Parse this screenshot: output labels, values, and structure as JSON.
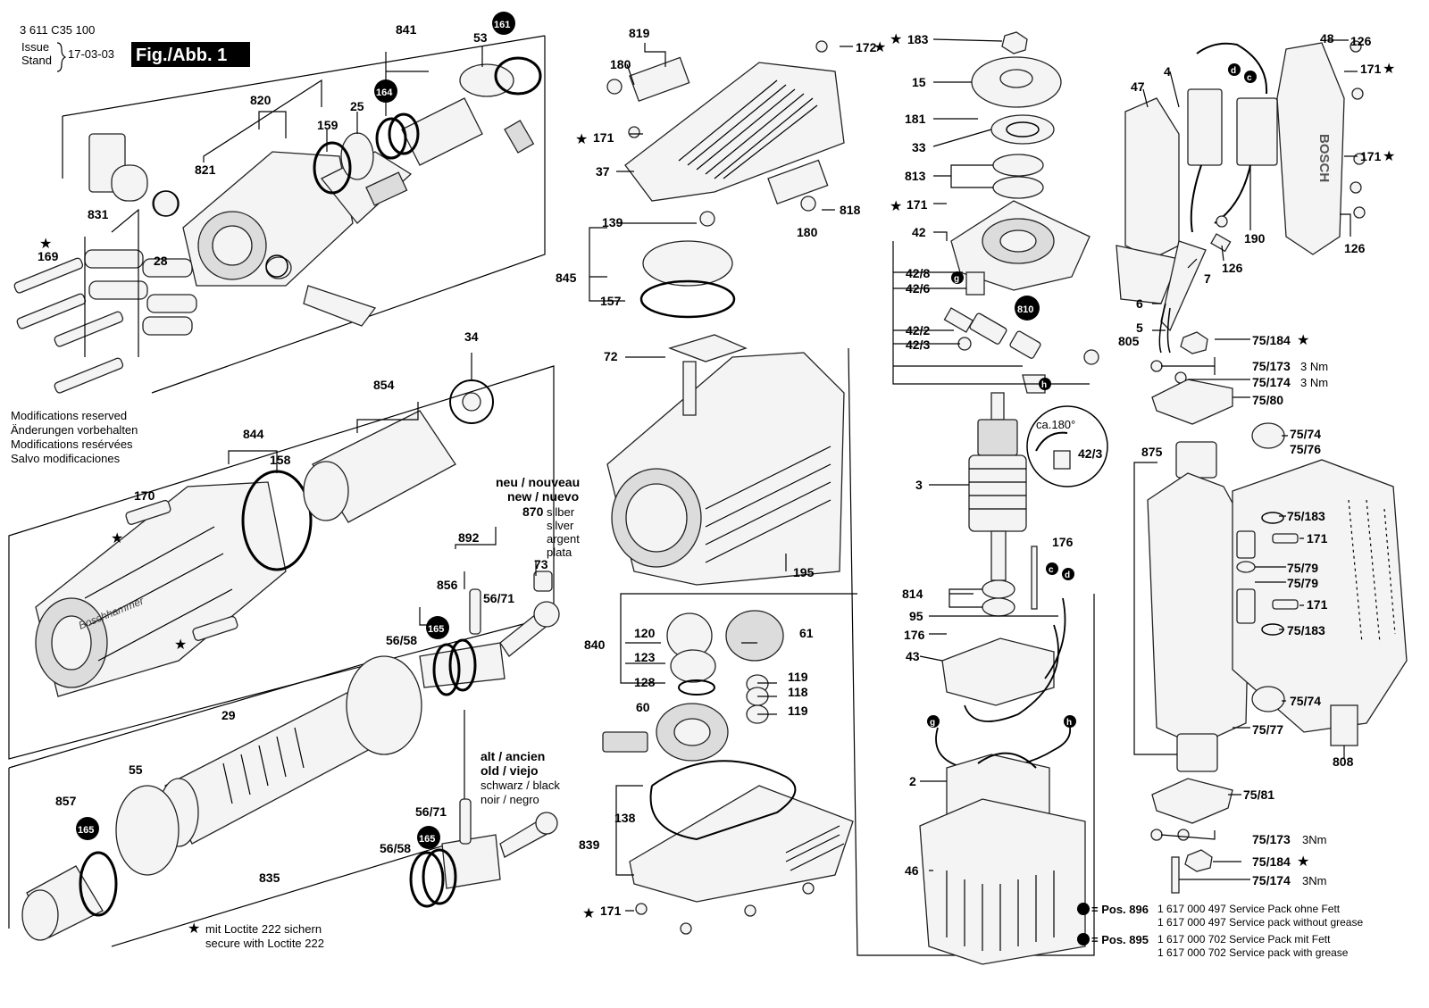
{
  "header": {
    "doc_number": "3 611 C35 100",
    "issue_label": "Issue",
    "stand_label": "Stand",
    "issue_date": "17-03-03",
    "fig_label": "Fig./Abb. 1"
  },
  "notes": {
    "modifications": [
      "Modifications reserved",
      "Änderungen vorbehalten",
      "Modifications resérvées",
      "Salvo modificaciones"
    ],
    "new_version": [
      "neu / nouveau",
      "new / nuevo"
    ],
    "new_color": [
      "silber",
      "silver",
      "argent",
      "plata"
    ],
    "old_version": [
      "alt / ancien",
      "old / viejo"
    ],
    "old_color": [
      "schwarz / black",
      "noir / negro"
    ],
    "loctite": [
      "mit Loctite 222 sichern",
      "secure with Loctite 222"
    ],
    "rotation": "ca.180°"
  },
  "service_packs": [
    {
      "pos": "= Pos. 896",
      "lines": [
        "1 617 000 497 Service Pack ohne Fett",
        "1 617 000 497 Service pack without grease"
      ]
    },
    {
      "pos": "= Pos. 895",
      "lines": [
        "1 617 000 702 Service Pack mit Fett",
        "1 617 000 702 Service pack with grease"
      ]
    }
  ],
  "labels": [
    {
      "id": "p841",
      "text": "841"
    },
    {
      "id": "p53",
      "text": "53"
    },
    {
      "id": "p820",
      "text": "820"
    },
    {
      "id": "p159",
      "text": "159"
    },
    {
      "id": "p25",
      "text": "25"
    },
    {
      "id": "p821",
      "text": "821"
    },
    {
      "id": "p831",
      "text": "831"
    },
    {
      "id": "p169",
      "text": "169"
    },
    {
      "id": "p28",
      "text": "28"
    },
    {
      "id": "p34",
      "text": "34"
    },
    {
      "id": "p854",
      "text": "854"
    },
    {
      "id": "p844",
      "text": "844"
    },
    {
      "id": "p158",
      "text": "158"
    },
    {
      "id": "p170",
      "text": "170"
    },
    {
      "id": "p870",
      "text": "870"
    },
    {
      "id": "p892",
      "text": "892"
    },
    {
      "id": "p856",
      "text": "856"
    },
    {
      "id": "p73",
      "text": "73"
    },
    {
      "id": "p5671a",
      "text": "56/71"
    },
    {
      "id": "p5658a",
      "text": "56/58"
    },
    {
      "id": "p29",
      "text": "29"
    },
    {
      "id": "p55",
      "text": "55"
    },
    {
      "id": "p857",
      "text": "857"
    },
    {
      "id": "p835",
      "text": "835"
    },
    {
      "id": "p5671b",
      "text": "56/71"
    },
    {
      "id": "p5658b",
      "text": "56/58"
    },
    {
      "id": "p819",
      "text": "819"
    },
    {
      "id": "p180a",
      "text": "180"
    },
    {
      "id": "p172",
      "text": "172"
    },
    {
      "id": "p171a",
      "text": "171"
    },
    {
      "id": "p37",
      "text": "37"
    },
    {
      "id": "p818",
      "text": "818"
    },
    {
      "id": "p180b",
      "text": "180"
    },
    {
      "id": "p139",
      "text": "139"
    },
    {
      "id": "p845",
      "text": "845"
    },
    {
      "id": "p157",
      "text": "157"
    },
    {
      "id": "p72",
      "text": "72"
    },
    {
      "id": "p195",
      "text": "195"
    },
    {
      "id": "p120",
      "text": "120"
    },
    {
      "id": "p61",
      "text": "61"
    },
    {
      "id": "p840",
      "text": "840"
    },
    {
      "id": "p123",
      "text": "123"
    },
    {
      "id": "p128",
      "text": "128"
    },
    {
      "id": "p119a",
      "text": "119"
    },
    {
      "id": "p118",
      "text": "118"
    },
    {
      "id": "p119b",
      "text": "119"
    },
    {
      "id": "p60",
      "text": "60"
    },
    {
      "id": "p138",
      "text": "138"
    },
    {
      "id": "p839",
      "text": "839"
    },
    {
      "id": "p171b",
      "text": "171"
    },
    {
      "id": "p183",
      "text": "183"
    },
    {
      "id": "p15",
      "text": "15"
    },
    {
      "id": "p181",
      "text": "181"
    },
    {
      "id": "p33",
      "text": "33"
    },
    {
      "id": "p813",
      "text": "813"
    },
    {
      "id": "p171c",
      "text": "171"
    },
    {
      "id": "p42",
      "text": "42"
    },
    {
      "id": "p428",
      "text": "42/8"
    },
    {
      "id": "p426",
      "text": "42/6"
    },
    {
      "id": "p422",
      "text": "42/2"
    },
    {
      "id": "p423a",
      "text": "42/3"
    },
    {
      "id": "p423b",
      "text": "42/3"
    },
    {
      "id": "p3",
      "text": "3"
    },
    {
      "id": "p176a",
      "text": "176"
    },
    {
      "id": "p814",
      "text": "814"
    },
    {
      "id": "p95",
      "text": "95"
    },
    {
      "id": "p176b",
      "text": "176"
    },
    {
      "id": "p43",
      "text": "43"
    },
    {
      "id": "p2",
      "text": "2"
    },
    {
      "id": "p46",
      "text": "46"
    },
    {
      "id": "p48",
      "text": "48"
    },
    {
      "id": "p126a",
      "text": "126"
    },
    {
      "id": "p4",
      "text": "4"
    },
    {
      "id": "p47",
      "text": "47"
    },
    {
      "id": "p171d",
      "text": "171"
    },
    {
      "id": "p171e",
      "text": "171"
    },
    {
      "id": "p190",
      "text": "190"
    },
    {
      "id": "p126b",
      "text": "126"
    },
    {
      "id": "p126c",
      "text": "126"
    },
    {
      "id": "p7",
      "text": "7"
    },
    {
      "id": "p6",
      "text": "6"
    },
    {
      "id": "p5",
      "text": "5"
    },
    {
      "id": "p805",
      "text": "805"
    },
    {
      "id": "p75184a",
      "text": "75/184"
    },
    {
      "id": "p75173a",
      "text": "75/173"
    },
    {
      "id": "p75174a",
      "text": "75/174"
    },
    {
      "id": "p7580",
      "text": "75/80"
    },
    {
      "id": "p875",
      "text": "875"
    },
    {
      "id": "p7574a",
      "text": "75/74"
    },
    {
      "id": "p7576",
      "text": "75/76"
    },
    {
      "id": "p75183a",
      "text": "75/183"
    },
    {
      "id": "p171f",
      "text": "171"
    },
    {
      "id": "p7579a",
      "text": "75/79"
    },
    {
      "id": "p7579b",
      "text": "75/79"
    },
    {
      "id": "p171g",
      "text": "171"
    },
    {
      "id": "p75183b",
      "text": "75/183"
    },
    {
      "id": "p7574b",
      "text": "75/74"
    },
    {
      "id": "p7577",
      "text": "75/77"
    },
    {
      "id": "p808",
      "text": "808"
    },
    {
      "id": "p7581",
      "text": "75/81"
    },
    {
      "id": "p75173b",
      "text": "75/173"
    },
    {
      "id": "p75184b",
      "text": "75/184"
    },
    {
      "id": "p75174b",
      "text": "75/174"
    }
  ],
  "torques": {
    "t1": "3 Nm",
    "t2": "3 Nm",
    "t3": "3Nm",
    "t4": "3Nm"
  },
  "callouts": {
    "c161": "161",
    "c164": "164",
    "c165a": "165",
    "c165b": "165",
    "c165c": "165",
    "c810": "810",
    "cg1": "g",
    "ch1": "h",
    "cc1": "c",
    "cd1": "d",
    "cg2": "g",
    "ch2": "h",
    "cd2": "d",
    "cc2": "c"
  },
  "brand_mark": "BOSCH",
  "housing_mark": "Boschhammer"
}
